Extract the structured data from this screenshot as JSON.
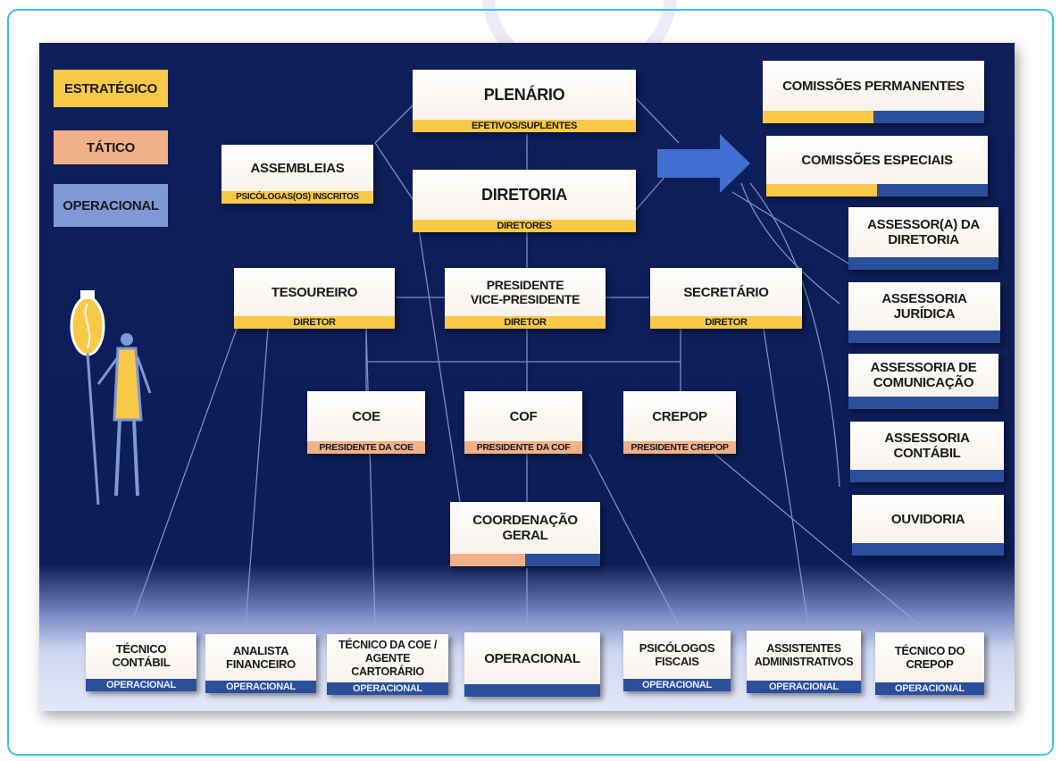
{
  "legend": {
    "estrategico": "ESTRATÉGICO",
    "tatico": "TÁTICO",
    "operacional": "OPERACIONAL"
  },
  "top": {
    "plenario": {
      "title": "PLENÁRIO",
      "sub": "EFETIVOS/SUPLENTES"
    },
    "assembleias": {
      "title": "ASSEMBLEIAS",
      "sub": "PSICÓLOGAS(OS) INSCRITOS"
    },
    "diretoria": {
      "title": "DIRETORIA",
      "sub": "DIRETORES"
    }
  },
  "directors": {
    "tesoureiro": {
      "title": "TESOUREIRO",
      "sub": "DIRETOR"
    },
    "presidente": {
      "title1": "PRESIDENTE",
      "title2": "VICE-PRESIDENTE",
      "sub": "DIRETOR"
    },
    "secretario": {
      "title": "SECRETÁRIO",
      "sub": "DIRETOR"
    }
  },
  "councils": {
    "coe": {
      "title": "COE",
      "sub": "PRESIDENTE DA COE"
    },
    "cof": {
      "title": "COF",
      "sub": "PRESIDENTE DA COF"
    },
    "crepop": {
      "title": "CREPOP",
      "sub": "PRESIDENTE CREPOP"
    }
  },
  "coordenacao": "COORDENAÇÃO GERAL",
  "commissions": {
    "permanentes": "COMISSÕES PERMANENTES",
    "especiais": "COMISSÕES ESPECIAIS"
  },
  "advisory": [
    "ASSESSOR(A) DA DIRETORIA",
    "ASSESSORIA JURÍDICA",
    "ASSESSORIA DE COMUNICAÇÃO",
    "ASSESSORIA CONTÁBIL",
    "OUVIDORIA"
  ],
  "bottom": [
    {
      "title": "TÉCNICO CONTÁBIL",
      "sub": "OPERACIONAL"
    },
    {
      "title": "ANALISTA FINANCEIRO",
      "sub": "OPERACIONAL"
    },
    {
      "title": "TÉCNICO DA COE / AGENTE CARTORÁRIO",
      "sub": "OPERACIONAL"
    },
    {
      "title": "OPERACIONAL",
      "sub": ""
    },
    {
      "title": "PSICÓLOGOS FISCAIS",
      "sub": "OPERACIONAL"
    },
    {
      "title": "ASSISTENTES ADMINISTRATIVOS",
      "sub": "OPERACIONAL"
    },
    {
      "title": "TÉCNICO DO CREPOP",
      "sub": "OPERACIONAL"
    }
  ],
  "colors": {
    "background": "#0e1f5a",
    "estrategico": "#f7c947",
    "tatico": "#f0b088",
    "operacional": "#2c4f9c"
  }
}
